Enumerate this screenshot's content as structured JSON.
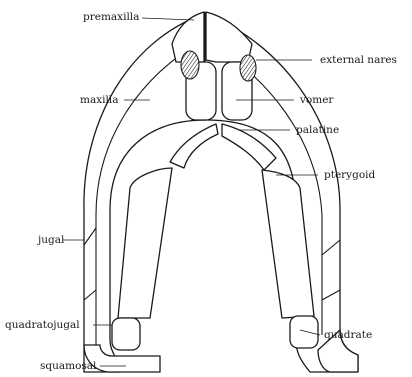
{
  "labels": {
    "premaxilla": "premaxilla",
    "external_nares": "external nares",
    "maxilla": "maxilla",
    "vomer": "vomer",
    "palatine": "palatine",
    "pterygoid": "pterygoid",
    "jugal": "jugal",
    "quadratojugal": "quadratojugal",
    "quadrate": "quadrate",
    "squamosal": "squamosal"
  },
  "colors": {
    "ink": "#1a1a1a",
    "bone_fill": "#ffffff",
    "stipple": "#bdbdbd"
  }
}
